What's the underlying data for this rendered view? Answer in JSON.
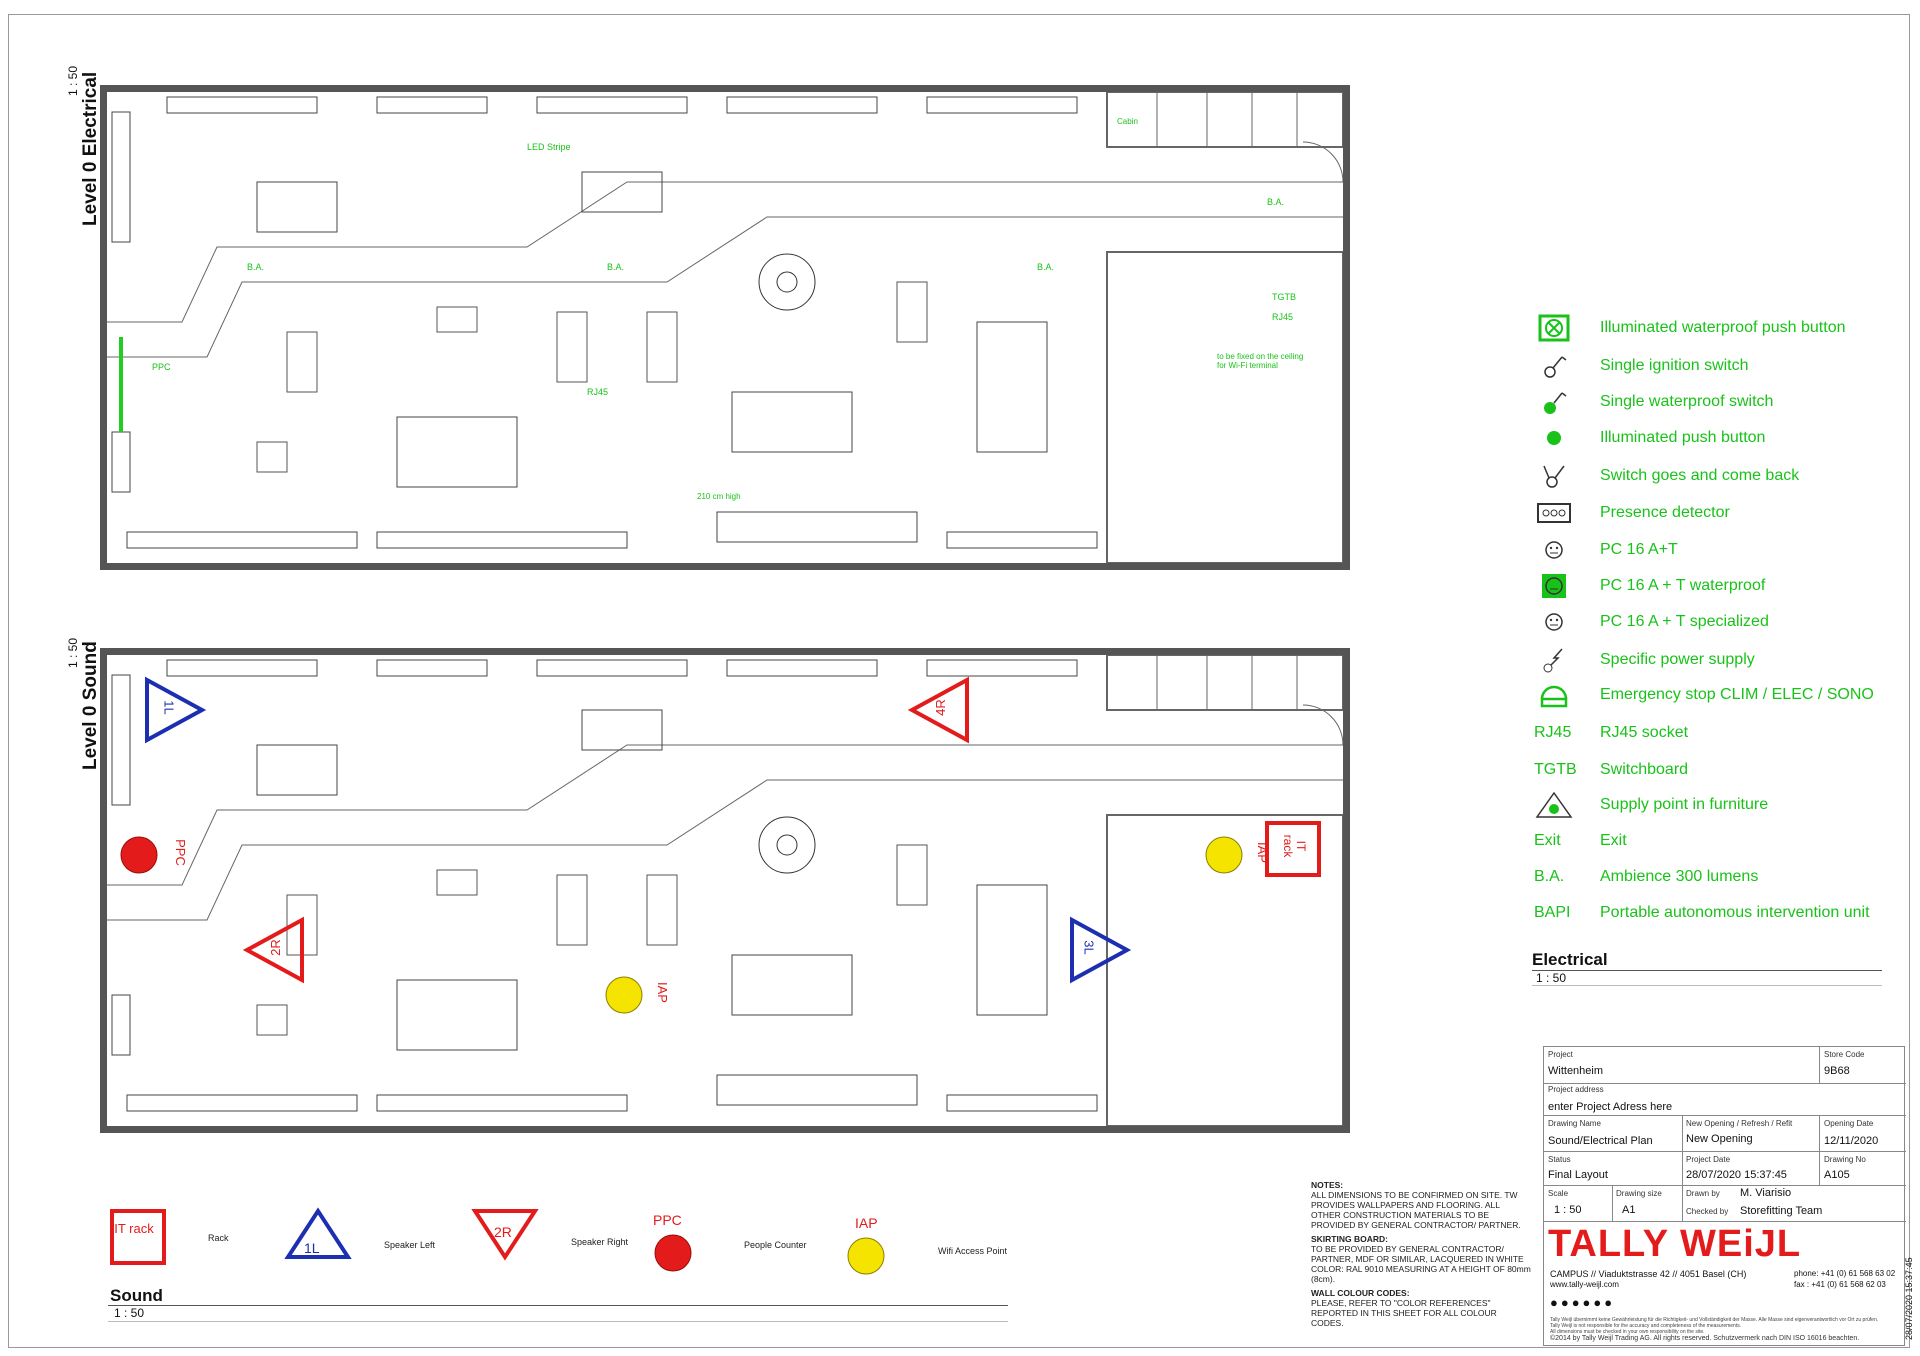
{
  "titles": {
    "electrical_level": "Level 0 Electrical",
    "sound_level": "Level 0 Sound",
    "scale": "1 : 50"
  },
  "electrical_legend": {
    "title": "Electrical",
    "scale": "1 : 50",
    "items": [
      {
        "code": "",
        "icon": "boxed-x-icon",
        "label": "Illuminated waterproof push button"
      },
      {
        "code": "",
        "icon": "single-switch-icon",
        "label": "Single ignition switch"
      },
      {
        "code": "",
        "icon": "waterproof-switch-icon",
        "label": "Single waterproof switch"
      },
      {
        "code": "",
        "icon": "filled-dot-icon",
        "label": "Illuminated push button"
      },
      {
        "code": "",
        "icon": "two-way-switch-icon",
        "label": "Switch goes and come back"
      },
      {
        "code": "",
        "icon": "presence-detector-icon",
        "label": "Presence detector"
      },
      {
        "code": "",
        "icon": "socket-icon",
        "label": "PC 16 A+T"
      },
      {
        "code": "",
        "icon": "waterproof-socket-icon",
        "label": "PC 16 A + T waterproof"
      },
      {
        "code": "",
        "icon": "specialized-socket-icon",
        "label": "PC 16 A + T specialized"
      },
      {
        "code": "",
        "icon": "power-supply-icon",
        "label": "Specific power supply"
      },
      {
        "code": "",
        "icon": "emergency-stop-icon",
        "label": "Emergency stop CLIM / ELEC / SONO"
      },
      {
        "code": "RJ45",
        "icon": "",
        "label": "RJ45 socket"
      },
      {
        "code": "TGTB",
        "icon": "",
        "label": "Switchboard"
      },
      {
        "code": "",
        "icon": "supply-triangle-icon",
        "label": "Supply point in furniture"
      },
      {
        "code": "Exit",
        "icon": "",
        "label": "Exit"
      },
      {
        "code": "B.A.",
        "icon": "",
        "label": "Ambience 300 lumens"
      },
      {
        "code": "BAPI",
        "icon": "",
        "label": "Portable autonomous intervention unit"
      }
    ]
  },
  "electrical_plan_labels": {
    "ba1": "B.A.",
    "ba2": "B.A.",
    "ba3": "B.A.",
    "ba4": "B.A.",
    "led": "LED Stripe",
    "ppc": "PPC",
    "rj45a": "RJ45",
    "rj45b": "RJ45",
    "tgtb": "TGTB",
    "cabin": "Cabin",
    "ceiling": "to be fixed on the ceiling for Wi-Fi terminal",
    "h210": "210 cm high"
  },
  "sound_plan_labels": {
    "sp_1l": "1L",
    "sp_2r": "2R",
    "sp_3l": "3L",
    "sp_4r": "4R",
    "ppc": "PPC",
    "iap1": "IAP",
    "iap2": "IAP",
    "it_rack": "IT rack"
  },
  "sound_legend": {
    "title": "Sound",
    "scale": "1 : 50",
    "items": [
      {
        "mark": "IT rack",
        "label": "Rack"
      },
      {
        "mark": "1L",
        "label": "Speaker Left"
      },
      {
        "mark": "2R",
        "label": "Speaker Right"
      },
      {
        "mark": "PPC",
        "label": "People Counter"
      },
      {
        "mark": "IAP",
        "label": "Wifi Access Point"
      }
    ]
  },
  "notes": {
    "h1": "NOTES:",
    "p1": "ALL DIMENSIONS TO BE CONFIRMED ON SITE. TW PROVIDES WALLPAPERS AND FLOORING. ALL OTHER CONSTRUCTION MATERIALS TO BE PROVIDED BY GENERAL CONTRACTOR/ PARTNER.",
    "h2": "SKIRTING BOARD:",
    "p2": "TO BE PROVIDED BY GENERAL CONTRACTOR/ PARTNER, MDF OR SIMILAR, LACQUERED IN WHITE COLOR: RAL 9010 MEASURING AT A HEIGHT OF 80mm (8cm).",
    "h3": "WALL COLOUR CODES:",
    "p3": "PLEASE, REFER TO \"COLOR REFERENCES\" REPORTED IN THIS SHEET FOR ALL COLOUR CODES."
  },
  "title_block": {
    "project_label": "Project",
    "project": "Wittenheim",
    "store_code_label": "Store Code",
    "store_code": "9B68",
    "address_label": "Project address",
    "address": "enter Project Adress here",
    "drawing_name_label": "Drawing Name",
    "drawing_name": "Sound/Electrical Plan",
    "opening_type_label": "New Opening / Refresh / Refit",
    "opening_type": "New Opening",
    "opening_date_label": "Opening Date",
    "opening_date": "12/11/2020",
    "status_label": "Status",
    "status": "Final Layout",
    "project_date_label": "Project Date",
    "project_date": "28/07/2020 15:37:45",
    "drawing_no_label": "Drawing No",
    "drawing_no": "A105",
    "scale_label": "Scale",
    "scale": "1 : 50",
    "size_label": "Drawing size",
    "size": "A1",
    "drawn_label": "Drawn by",
    "drawn": "M. Viarisio",
    "checked_label": "Checked by",
    "checked": "Storefitting Team",
    "brand": "TALLY WEiJL",
    "address_line": "CAMPUS // Viaduktstrasse 42 // 4051 Basel (CH)",
    "web": "www.tally-weijl.com",
    "phone": "phone: +41 (0) 61 568 63 02",
    "fax": "fax : +41 (0) 61 568 62 03",
    "disclaimer1": "Tally Weijl übernimmt keine Gewährleistung für die Richtigkeit- und Vollständigkeit der Masse. Alle Masse sind eigenverantwortlich vor Ort zu prüfen.",
    "disclaimer2": "Tally Weijl is not responsible for the accuracy and completeness of the measurements.",
    "disclaimer3": "All dimensions must be checked in your own responsibility on the site.",
    "copyright": "©2014 by Tally Weijl Trading AG. All rights reserved. Schutzvermerk nach DIN ISO 16016 beachten.",
    "stamp": "28/07/2020 15:37:45"
  },
  "colors": {
    "legend_green": "#19c219",
    "sound_red": "#e31b1b",
    "sound_blue": "#1c2fb0",
    "iap_yellow": "#f5e400"
  }
}
